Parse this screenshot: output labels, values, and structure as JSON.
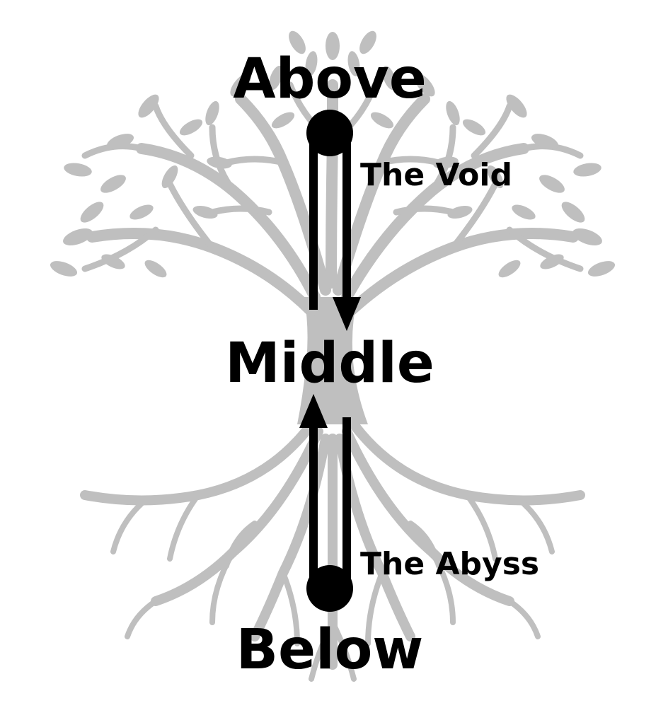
{
  "labels": {
    "above": "Above",
    "void": "The Void",
    "middle": "Middle",
    "abyss": "The Abyss",
    "below": "Below"
  },
  "colors": {
    "tree": "#bfbfbf",
    "ink": "#000000",
    "background": "#ffffff"
  },
  "icons": {
    "background": "tree-of-life-icon"
  }
}
